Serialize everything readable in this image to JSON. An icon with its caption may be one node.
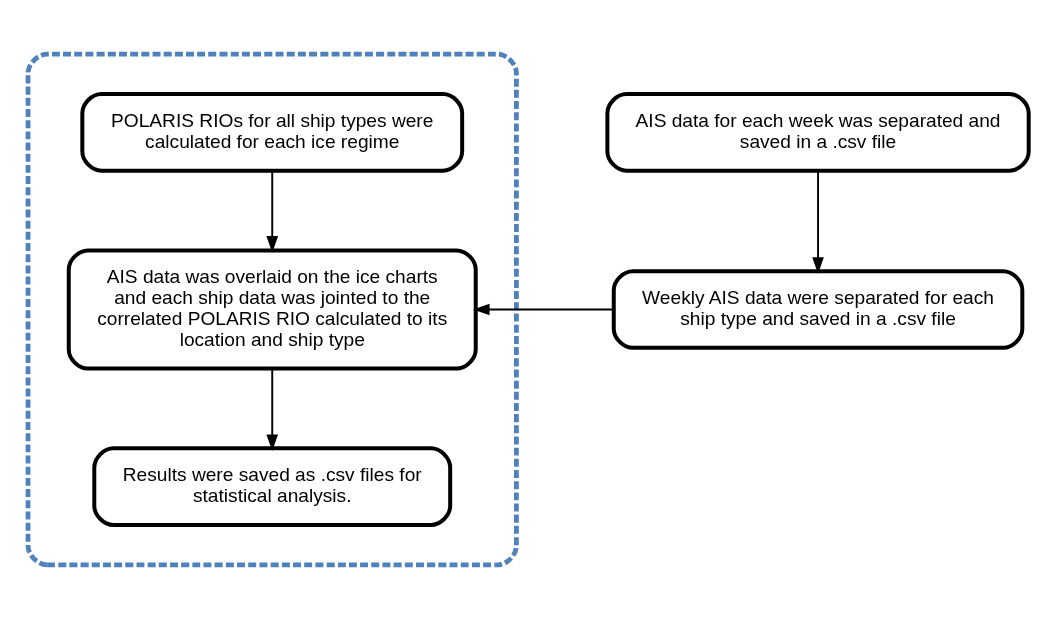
{
  "diagram": {
    "nodes": [
      {
        "text": [],
        "shape": "box"
      },
      {
        "text": [
          "POLARIS RIOs for all ship types were calculated for each ice regime"
        ],
        "in": 0
      },
      {
        "text": [
          "AIS data was overlaid on the ice charts and each ship data was jointed to the correlated POLARIS RIO calculated to its location and ship type"
        ],
        "in": 0
      },
      {
        "text": [
          "Results were saved as .csv files for statistical analysis."
        ],
        "in": 0
      },
      {
        "text": [
          "AIS data for each week was separated and saved in a .csv file"
        ]
      },
      {
        "text": [
          "Weekly AIS data were separated for each ship type and saved in a .csv file"
        ]
      }
    ],
    "edges": [
      {
        "from": 1,
        "to": 2,
        "arrow": "to"
      },
      {
        "from": 2,
        "to": 3,
        "arrow": "to"
      },
      {
        "from": 4,
        "to": 5,
        "arrow": "to"
      },
      {
        "from": 5,
        "to": 2,
        "arrow": "to"
      }
    ]
  }
}
